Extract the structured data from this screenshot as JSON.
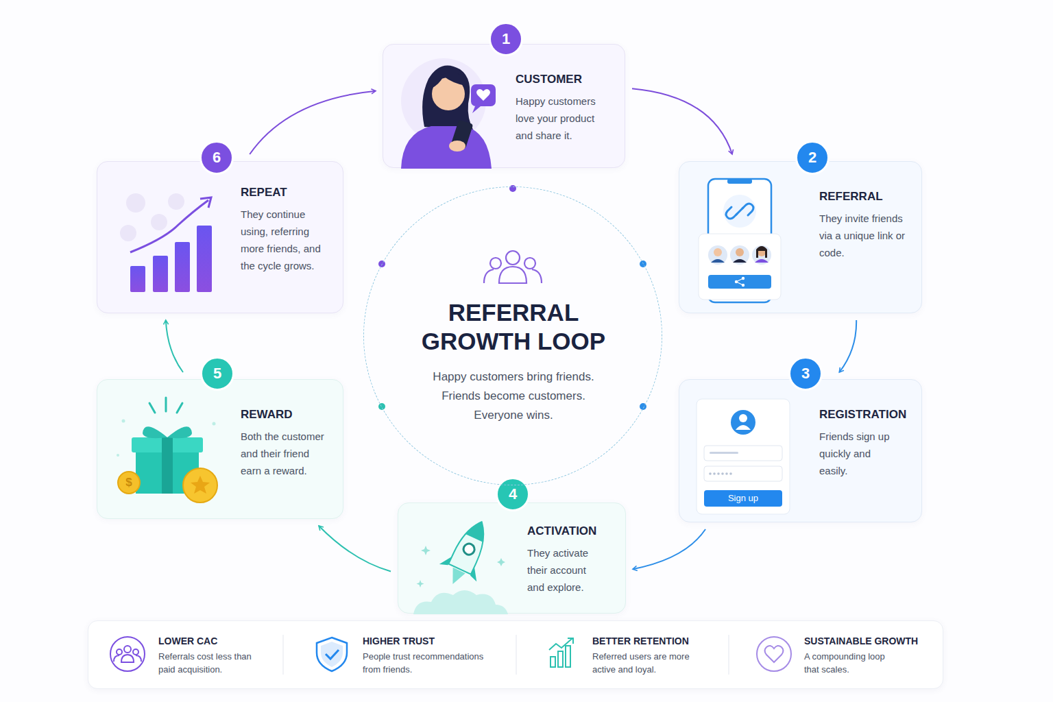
{
  "diagram": {
    "title": "REFERRAL GROWTH LOOP",
    "nodes": [
      {
        "text": [
          "1",
          "CUSTOMER",
          "Happy customers love your product and share it."
        ]
      },
      {
        "text": [
          "2",
          "REFERRAL",
          "They invite friends via a unique link or code."
        ]
      },
      {
        "text": [
          "3",
          "REGISTRATION",
          "Friends sign up quickly and easily."
        ]
      },
      {
        "text": [
          "4",
          "ACTIVATION",
          "They activate their account and explore."
        ]
      },
      {
        "text": [
          "5",
          "REWARD",
          "Both the customer and their friend earn a reward."
        ]
      },
      {
        "text": [
          "6",
          "REPEAT",
          "They continue using, referring more friends, and the cycle grows."
        ]
      },
      {
        "text": [
          "Happy customers bring friends. Friends become customers. Everyone wins."
        ]
      },
      {
        "text": [
          "LOWER CAC",
          "Referrals cost less than paid acquisition."
        ]
      },
      {
        "text": [
          "HIGHER TRUST",
          "People trust recommendations from friends."
        ]
      },
      {
        "text": [
          "BETTER RETENTION",
          "Referred users are more active and loyal."
        ]
      },
      {
        "text": [
          "SUSTAINABLE GROWTH",
          "A compounding loop that scales."
        ]
      }
    ],
    "edges": [
      {
        "from": 0,
        "to": 1,
        "arrow": "to"
      },
      {
        "from": 1,
        "to": 2,
        "arrow": "to"
      },
      {
        "from": 2,
        "to": 3,
        "arrow": "to"
      },
      {
        "from": 3,
        "to": 4,
        "arrow": "to"
      },
      {
        "from": 4,
        "to": 5,
        "arrow": "to"
      },
      {
        "from": 5,
        "to": 0,
        "arrow": "to"
      }
    ],
    "labels": [
      "Sign up",
      "$"
    ]
  }
}
